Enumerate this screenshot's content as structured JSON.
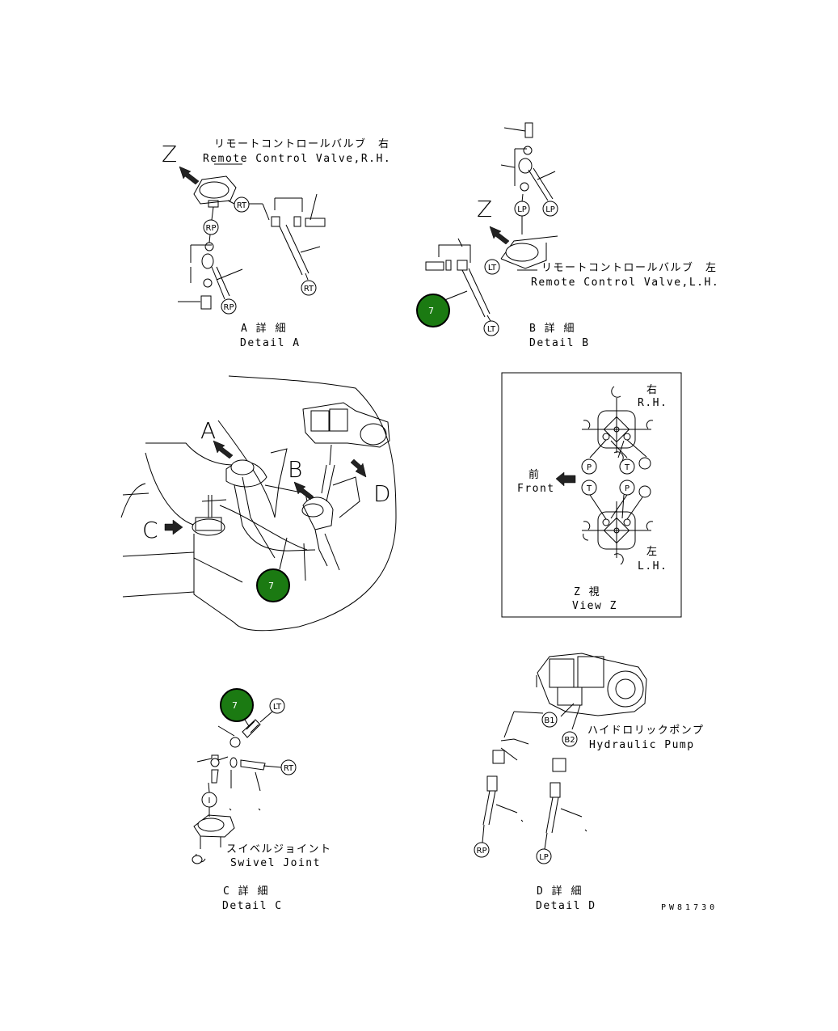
{
  "detail_a": {
    "view_letter": "Z",
    "label_jp": "リモートコントロールバルブ　右",
    "label_en": "Remote Control Valve,R.H.",
    "callouts": [
      "RT",
      "RP",
      "RT",
      "RP"
    ],
    "title_jp": "A 詳 細",
    "title_en": "Detail A"
  },
  "detail_b": {
    "view_letter": "Z",
    "label_jp": "リモートコントロールバルブ　左",
    "label_en": "Remote Control Valve,L.H.",
    "callouts": [
      "LP",
      "LP",
      "LT",
      "LT"
    ],
    "part_badge": "7",
    "title_jp": "B 詳 細",
    "title_en": "Detail B"
  },
  "overview": {
    "letters": [
      "A",
      "B",
      "C",
      "D"
    ],
    "part_badge": "7"
  },
  "view_z": {
    "rh_jp": "右",
    "rh_en": "R.H.",
    "lh_jp": "左",
    "lh_en": "L.H.",
    "front_jp": "前",
    "front_en": "Front",
    "ports": [
      "P",
      "T",
      "T",
      "P"
    ],
    "title_jp": "Z 視",
    "title_en": "View Z"
  },
  "detail_c": {
    "part_badge": "7",
    "callouts": [
      "LT",
      "RT",
      "I"
    ],
    "label_jp": "スイベルジョイント",
    "label_en": "Swivel Joint",
    "title_jp": "C 詳 細",
    "title_en": "Detail C"
  },
  "detail_d": {
    "callouts": [
      "B1",
      "B2",
      "RP",
      "LP"
    ],
    "label_jp": "ハイドロリックポンプ",
    "label_en": "Hydraulic Pump",
    "title_jp": "D 詳 細",
    "title_en": "Detail D"
  },
  "drawing_code": "PW81730"
}
